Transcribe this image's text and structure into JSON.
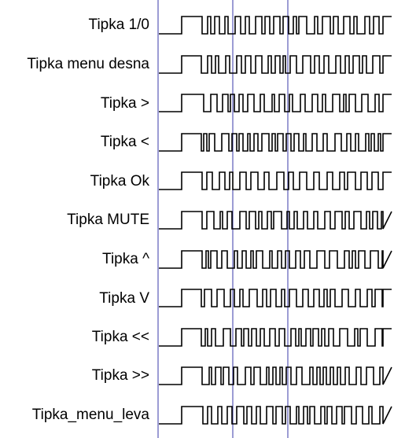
{
  "signals": [
    {
      "label": "Tipka 1/0"
    },
    {
      "label": "Tipka menu desna"
    },
    {
      "label": "Tipka >"
    },
    {
      "label": "Tipka <"
    },
    {
      "label": "Tipka Ok"
    },
    {
      "label": "Tipka MUTE"
    },
    {
      "label": "Tipka ^"
    },
    {
      "label": "Tipka V"
    },
    {
      "label": "Tipka <<"
    },
    {
      "label": "Tipka >>"
    },
    {
      "label": "Tipka_menu_leva"
    }
  ],
  "colors": {
    "trace": "#000000",
    "marker": "#3a3aa8"
  }
}
